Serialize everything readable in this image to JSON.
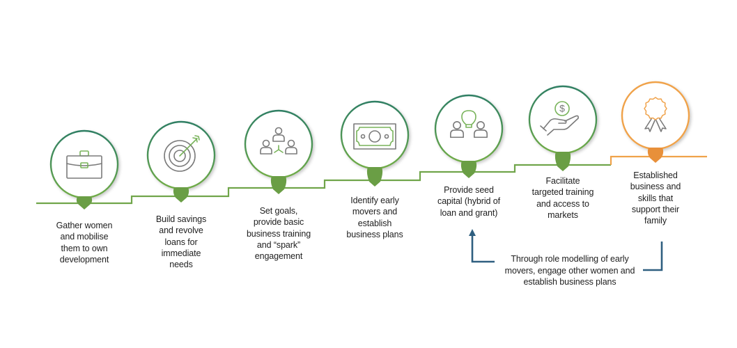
{
  "colors": {
    "green_line": "#70a54a",
    "green_pin": "#6a9e45",
    "green_ring_top": "#2f7f63",
    "green_ring_bottom": "#72ad47",
    "icon_gray": "#7a7a7a",
    "icon_green": "#78b35a",
    "orange": "#f0a24a",
    "orange_pin": "#e8903a",
    "arrow_blue": "#2f5f80",
    "text": "#1e1e1e"
  },
  "steps": [
    {
      "icon": "briefcase-icon",
      "theme": "green",
      "lines": [
        "Gather women",
        "and mobilise",
        "them to own",
        "development"
      ]
    },
    {
      "icon": "target-arrow-icon",
      "theme": "green",
      "lines": [
        "Build savings",
        "and revolve",
        "loans for",
        "immediate",
        "needs"
      ]
    },
    {
      "icon": "people-network-icon",
      "theme": "green",
      "lines": [
        "Set goals,",
        "provide basic",
        "business training",
        "and “spark”",
        "engagement"
      ]
    },
    {
      "icon": "banknote-icon",
      "theme": "green",
      "lines": [
        "Identify early",
        "movers and",
        "establish",
        "business plans"
      ]
    },
    {
      "icon": "people-idea-icon",
      "theme": "green",
      "lines": [
        "Provide seed",
        "capital (hybrid of",
        "loan and grant)"
      ]
    },
    {
      "icon": "hand-coin-icon",
      "theme": "green",
      "lines": [
        "Facilitate",
        "targeted training",
        "and access to",
        "markets"
      ]
    },
    {
      "icon": "award-ribbon-icon",
      "theme": "orange",
      "lines": [
        "Established",
        "business and",
        "skills that",
        "support their",
        "family"
      ]
    }
  ],
  "feedback_note": {
    "lines": [
      "Through role modelling of early",
      "movers, engage other women and",
      "establish business plans"
    ]
  }
}
